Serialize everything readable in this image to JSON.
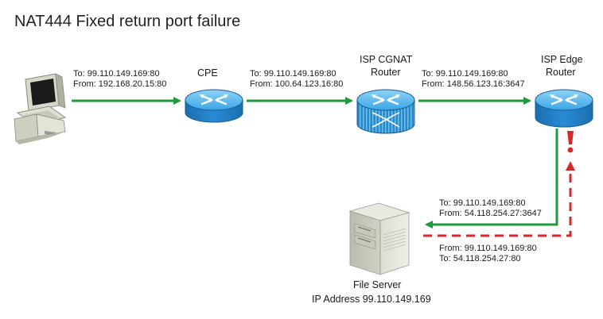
{
  "title": "NAT444 Fixed return port failure",
  "colors": {
    "flow_ok": "#1e9a3c",
    "flow_fail": "#d42a2a",
    "router_top": "#4fb4ec",
    "router_side": "#1f7fc6"
  },
  "nodes": {
    "pc": {
      "icon": "desktop-computer-icon"
    },
    "cpe": {
      "label": "CPE",
      "icon": "router-icon"
    },
    "cgnat": {
      "label_line1": "ISP CGNAT",
      "label_line2": "Router",
      "icon": "nat-router-icon"
    },
    "edge": {
      "label_line1": "ISP Edge",
      "label_line2": "Router",
      "icon": "router-icon"
    },
    "server": {
      "label_line1": "File Server",
      "label_line2": "IP Address 99.110.149.169",
      "icon": "file-server-icon"
    }
  },
  "links": {
    "pc_cpe": {
      "to": "To: 99.110.149.169:80",
      "from": "From: 192.168.20.15:80"
    },
    "cpe_cgnat": {
      "to": "To: 99.110.149.169:80",
      "from": "From: 100.64.123.16:80"
    },
    "cgnat_edge": {
      "to": "To: 99.110.149.169:80",
      "from": "From: 148.56.123.16:3647"
    },
    "edge_server": {
      "to": "To: 99.110.149.169:80",
      "from": "From: 54.118.254.27:3647"
    },
    "server_edge_return": {
      "from": "From: 99.110.149.169:80",
      "to": "To: 54.118.254.27:80"
    }
  },
  "failure_marker": {
    "icon": "exclamation-icon"
  }
}
